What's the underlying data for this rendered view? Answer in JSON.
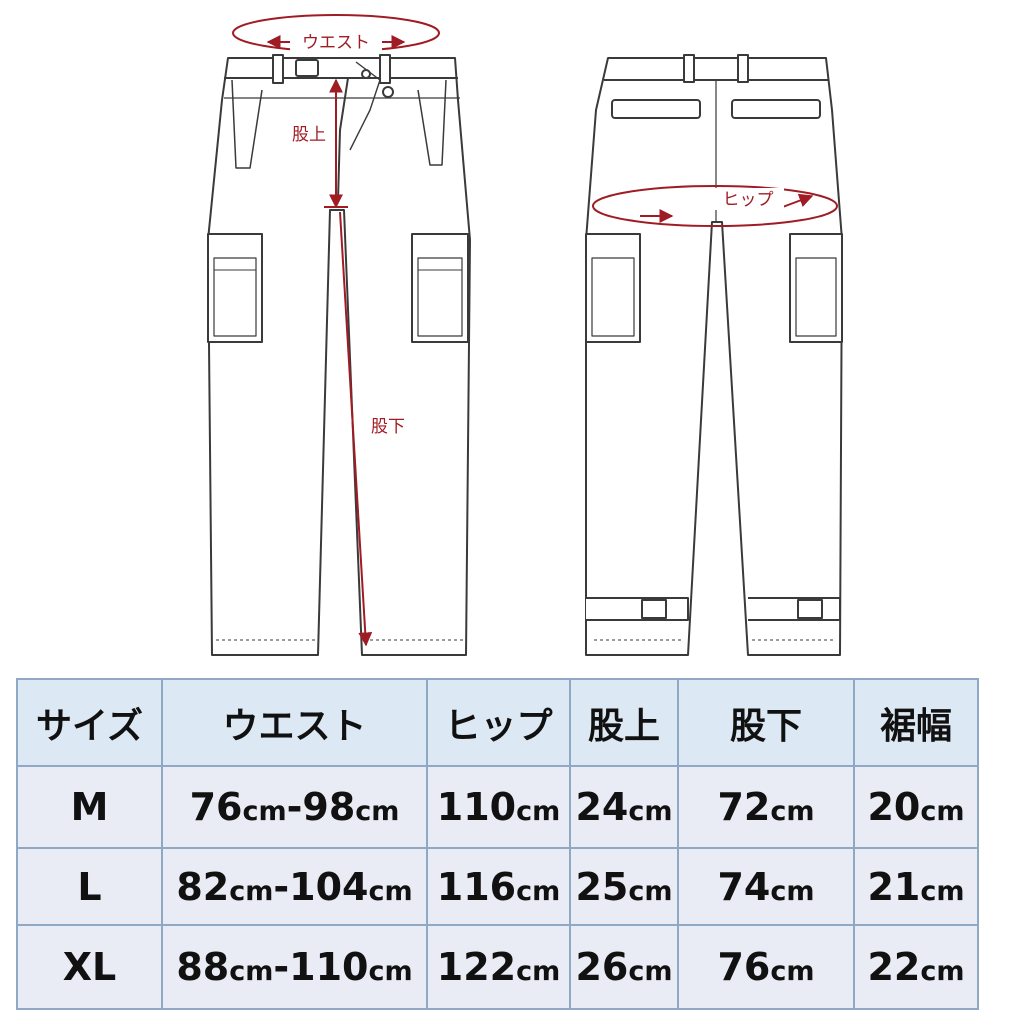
{
  "diagram": {
    "labels": {
      "waist": "ウエスト",
      "rise": "股上",
      "inseam": "股下",
      "hip": "ヒップ"
    },
    "colors": {
      "measure": "#a01c25",
      "outline": "#3a3a3a",
      "border": "#8fa9c4"
    }
  },
  "table": {
    "headers": [
      "サイズ",
      "ウエスト",
      "ヒップ",
      "股上",
      "股下",
      "裾幅"
    ],
    "rows": [
      {
        "size": "M",
        "waist": {
          "from": "76",
          "from_unit": "cm",
          "sep": "-",
          "to": "98",
          "to_unit": "cm"
        },
        "hip": {
          "value": "110",
          "unit": "cm"
        },
        "rise": {
          "value": "24",
          "unit": "cm"
        },
        "inseam": {
          "value": "72",
          "unit": "cm"
        },
        "hem": {
          "value": "20",
          "unit": "cm"
        }
      },
      {
        "size": "L",
        "waist": {
          "from": "82",
          "from_unit": "cm",
          "sep": "-",
          "to": "104",
          "to_unit": "cm"
        },
        "hip": {
          "value": "116",
          "unit": "cm"
        },
        "rise": {
          "value": "25",
          "unit": "cm"
        },
        "inseam": {
          "value": "74",
          "unit": "cm"
        },
        "hem": {
          "value": "21",
          "unit": "cm"
        }
      },
      {
        "size": "XL",
        "waist": {
          "from": "88",
          "from_unit": "cm",
          "sep": "-",
          "to": "110",
          "to_unit": "cm"
        },
        "hip": {
          "value": "122",
          "unit": "cm"
        },
        "rise": {
          "value": "26",
          "unit": "cm"
        },
        "inseam": {
          "value": "76",
          "unit": "cm"
        },
        "hem": {
          "value": "22",
          "unit": "cm"
        }
      }
    ]
  }
}
